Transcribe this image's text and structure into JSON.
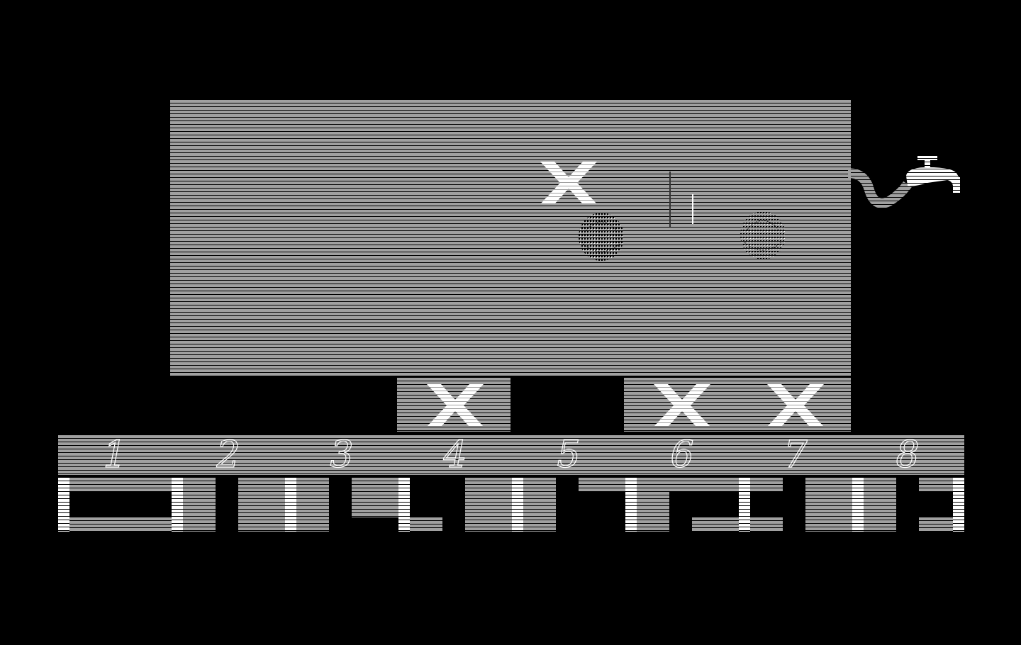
{
  "colors": {
    "background": "#000000",
    "stripe": "#a0a0a0",
    "highlight": "#ffffff"
  },
  "field": {
    "marks": [
      "x-icon",
      "x-icon",
      "x-icon",
      "x-icon"
    ],
    "seeds": [
      "seed-icon",
      "seed-icon"
    ],
    "faucet": "faucet-icon"
  },
  "slots": {
    "numbers": [
      "1",
      "2",
      "3",
      "4",
      "5",
      "6",
      "7",
      "8"
    ]
  }
}
